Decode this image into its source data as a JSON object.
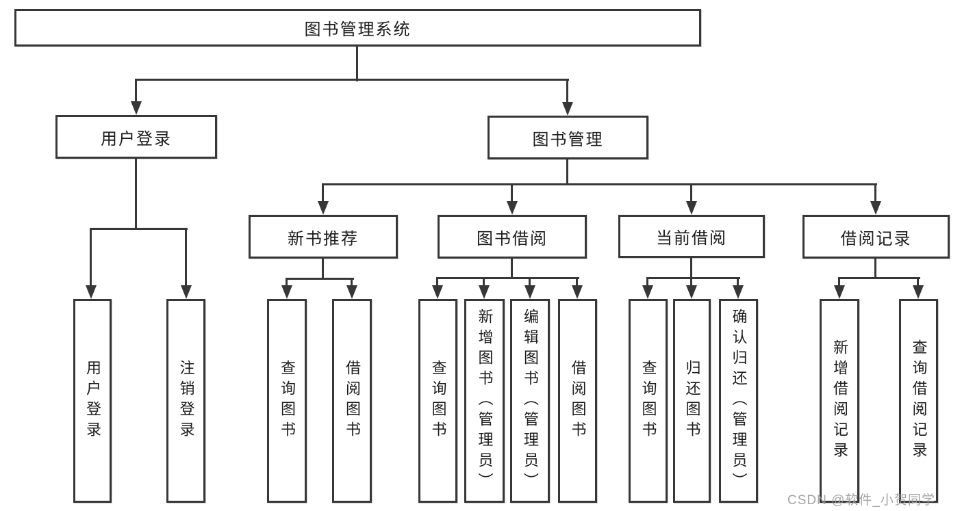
{
  "tree": {
    "label": "图书管理系统",
    "children": [
      {
        "label": "用户登录",
        "children": [
          {
            "label": "用户登录"
          },
          {
            "label": "注销登录"
          }
        ]
      },
      {
        "label": "图书管理",
        "children": [
          {
            "label": "新书推荐",
            "children": [
              {
                "label": "查询图书"
              },
              {
                "label": "借阅图书"
              }
            ]
          },
          {
            "label": "图书借阅",
            "children": [
              {
                "label": "查询图书"
              },
              {
                "label": "新增图书（管理员）"
              },
              {
                "label": "编辑图书（管理员）"
              },
              {
                "label": "借阅图书"
              }
            ]
          },
          {
            "label": "当前借阅",
            "children": [
              {
                "label": "查询图书"
              },
              {
                "label": "归还图书"
              },
              {
                "label": "确认归还（管理员）"
              }
            ]
          },
          {
            "label": "借阅记录",
            "children": [
              {
                "label": "新增借阅记录"
              },
              {
                "label": "查询借阅记录"
              }
            ]
          }
        ]
      }
    ]
  },
  "watermark": {
    "text": "CSDN @软件_小贺同学"
  },
  "colors": {
    "line": "#373737",
    "box_border": "#373737",
    "box_fill": "#ffffff",
    "text": "#1c1c1c",
    "watermark": "#9b9b9b",
    "background": "#ffffff"
  }
}
